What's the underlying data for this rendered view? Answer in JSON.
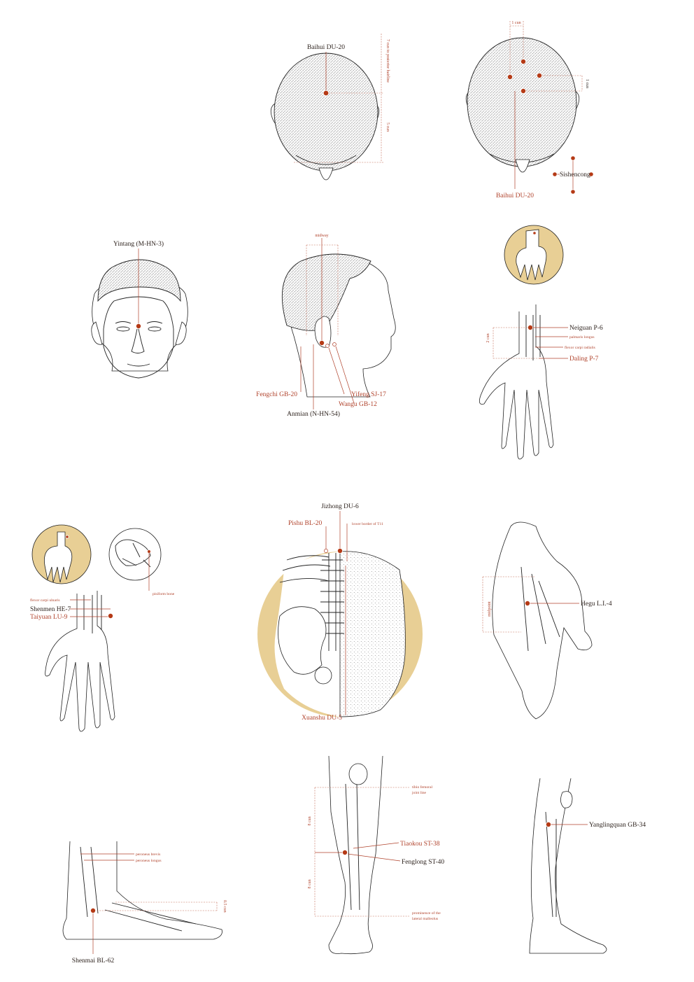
{
  "colors": {
    "accent": "#b53a16",
    "label_red": "#b0422b",
    "label_dark": "#2a1f1a",
    "circle_fill": "#e8cf95"
  },
  "labels": {
    "baihui_top": "Baihui DU-20",
    "seven_cun": "7 cun to posterior hairline",
    "five_cun": "5 cun",
    "one_cun_h": "1 cun",
    "one_cun_v": "1 cun",
    "sishencong": "Sishencong",
    "baihui_bottom": "Baihui DU-20",
    "yintang": "Yintang (M-HN-3)",
    "midway": "midway",
    "fengchi": "Fengchi GB-20",
    "yifeng": "Yifeng SJ-17",
    "wangu": "Wangu GB-12",
    "anmian": "Anmian (N-HN-54)",
    "neiguan": "Neiguan P-6",
    "palmaris": "palmaris longus",
    "flexor_radialis": "flexor carpi radialis",
    "daling": "Daling P-7",
    "two_cun": "2 cun",
    "flexor_ulnaris": "flexor carpi ulnaris",
    "shenmen": "Shenmen HE-7",
    "taiyuan": "Taiyuan LU-9",
    "pisiform": "pisiform bone",
    "jizhong": "Jizhong DU-6",
    "pishu": "Pishu BL-20",
    "t11": "lower border of T11",
    "xuanshu": "Xuanshu DU-5",
    "hegu": "Hegu L.I.-4",
    "midpoint": "midpoint",
    "tibio": [
      "tibio femoral",
      "joint line"
    ],
    "eight_cun_a": "8 cun",
    "eight_cun_b": "8 cun",
    "tiaokou": "Tiaokou ST-38",
    "fenglong": "Fenglong ST-40",
    "malleolus": [
      "prominence of the",
      "lateral malleolus"
    ],
    "yanglingquan": "Yanglingquan GB-34",
    "peroneus_brevis": "peroneus brevis",
    "peroneus_longus": "peroneus longus",
    "half_cun": "0.5 cun",
    "shenmai": "Shenmai BL-62"
  }
}
